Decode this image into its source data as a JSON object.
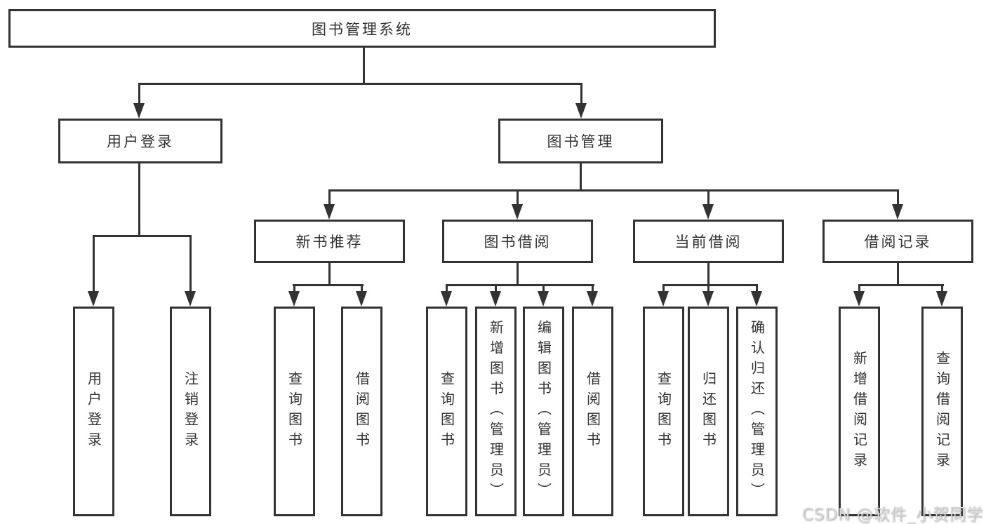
{
  "diagram": {
    "watermark": "CSDN @软件_小贺同学",
    "colors": {
      "line": "#333333",
      "border": "#333333",
      "text": "#333333",
      "watermark": "#d9d9d9",
      "background": "#ffffff"
    },
    "tree": {
      "root": "图书管理系统",
      "children": [
        {
          "label": "用户登录",
          "children": [
            "用户登录",
            "注销登录"
          ]
        },
        {
          "label": "图书管理",
          "children": [
            {
              "label": "新书推荐",
              "children": [
                "查询图书",
                "借阅图书"
              ]
            },
            {
              "label": "图书借阅",
              "children": [
                "查询图书",
                "新增图书（管理员）",
                "编辑图书（管理员）",
                "借阅图书"
              ]
            },
            {
              "label": "当前借阅",
              "children": [
                "查询图书",
                "归还图书",
                "确认归还（管理员）"
              ]
            },
            {
              "label": "借阅记录",
              "children": [
                "新增借阅记录",
                "查询借阅记录"
              ]
            }
          ]
        }
      ]
    }
  }
}
